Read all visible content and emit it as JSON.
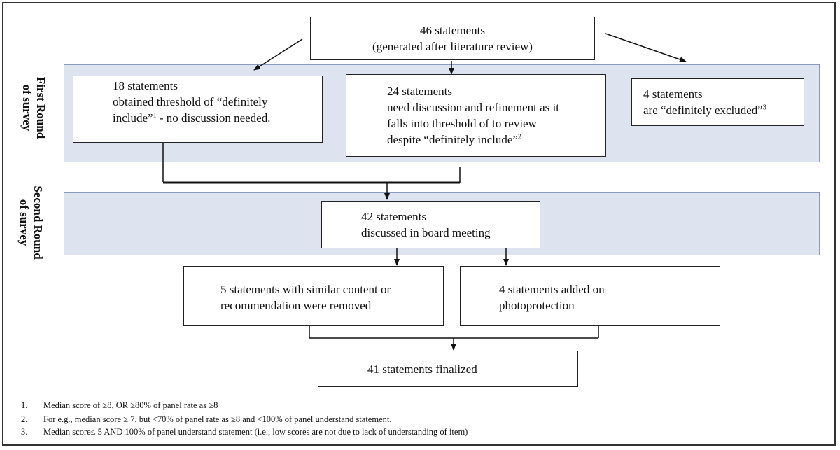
{
  "rounds": {
    "first": {
      "line1": "First Round",
      "line2": "of survey"
    },
    "second": {
      "line1": "Second Round",
      "line2": "of survey"
    }
  },
  "boxes": {
    "top": {
      "line1": "46 statements",
      "line2": "(generated after literature review)"
    },
    "include": {
      "line1": "18 statements",
      "line2": "obtained threshold of “definitely",
      "line3": "include”",
      "sup": "1",
      "line3_rest": " - no discussion needed."
    },
    "discussion": {
      "line1": "24 statements",
      "line2": "need discussion and refinement as it",
      "line3": "falls into threshold of to review",
      "line4": "despite “definitely include”",
      "sup": "2"
    },
    "excluded": {
      "line1": "4 statements",
      "line2": "are “definitely excluded”",
      "sup": "3"
    },
    "board": {
      "line1": "42 statements",
      "line2": "discussed in board meeting"
    },
    "removed": {
      "line1": "5 statements with similar content or",
      "line2": "recommendation were removed"
    },
    "added": {
      "line1": "4 statements added on",
      "line2": "photoprotection"
    },
    "final": {
      "line1": "41 statements finalized"
    }
  },
  "footnotes": [
    {
      "num": "1.",
      "text": "Median score of ≥8, OR ≥80% of panel rate as ≥8"
    },
    {
      "num": "2.",
      "text": "For e.g., median score ≥ 7, but <70% of panel rate as  ≥8 and <100% of  panel understand statement."
    },
    {
      "num": "3.",
      "text": "Median score≤ 5 AND 100% of panel understand statement (i.e., low scores are not due to lack of understanding of item)"
    }
  ]
}
